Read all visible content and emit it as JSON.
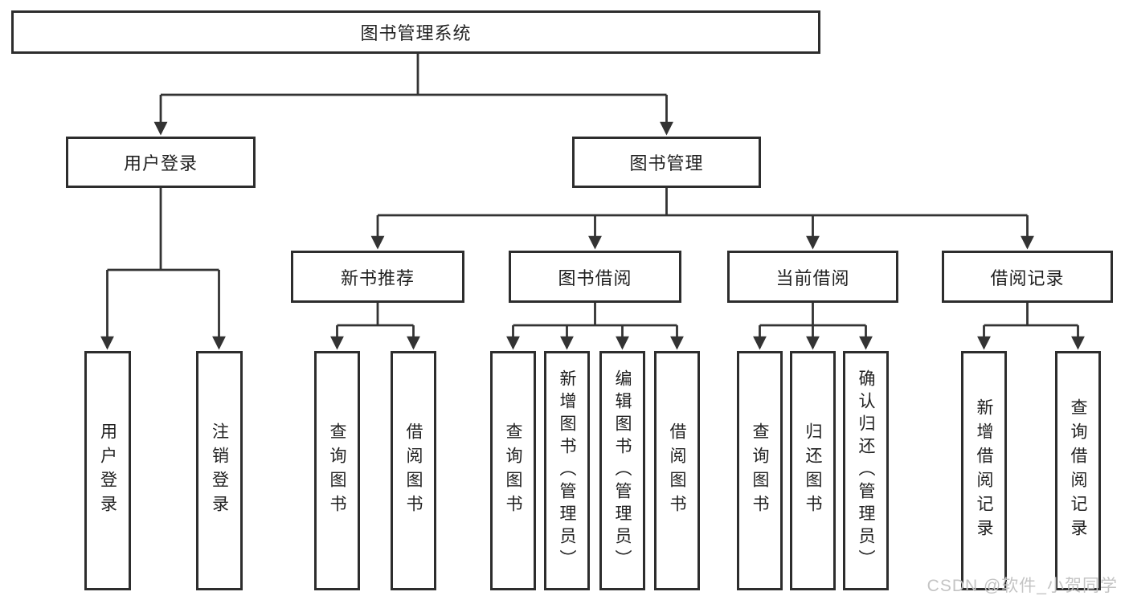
{
  "diagram": {
    "root": {
      "label": "图书管理系统"
    },
    "level2": [
      {
        "label": "用户登录"
      },
      {
        "label": "图书管理"
      }
    ],
    "level3": [
      {
        "label": "新书推荐"
      },
      {
        "label": "图书借阅"
      },
      {
        "label": "当前借阅"
      },
      {
        "label": "借阅记录"
      }
    ],
    "leaves": {
      "user_login": [
        "用户登录",
        "注销登录"
      ],
      "new_books": [
        "查询图书",
        "借阅图书"
      ],
      "book_borrow": [
        "查询图书",
        "新增图书（管理员）",
        "编辑图书（管理员）",
        "借阅图书"
      ],
      "current_borrow": [
        "查询图书",
        "归还图书",
        "确认归还（管理员）"
      ],
      "borrow_records": [
        "新增借阅记录",
        "查询借阅记录"
      ]
    }
  },
  "watermark": {
    "text": "CSDN @软件_小贺同学"
  },
  "colors": {
    "line": "#333333",
    "box_border": "#2d2d2d",
    "box_fill": "#ffffff",
    "text": "#212121",
    "watermark": "#c4c4c4",
    "background": "#ffffff"
  }
}
